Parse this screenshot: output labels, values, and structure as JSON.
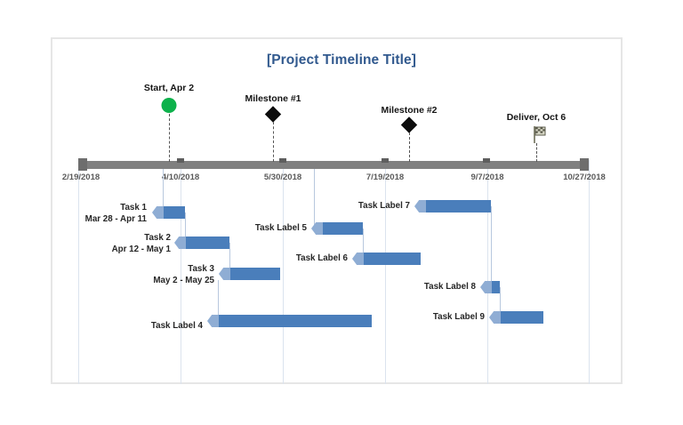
{
  "chart": {
    "title": "[Project Timeline Title]",
    "title_color": "#31598e",
    "bar_color": "#4a7ebb",
    "bar_head_color": "#8fadd4",
    "axis_color": "#808080",
    "start_marker_color": "#0db14b",
    "milestone_marker_color": "#0d0d0d"
  },
  "chart_data": {
    "type": "bar",
    "title": "[Project Timeline Title]",
    "xlabel": "",
    "ylabel": "",
    "grid": true,
    "legend": "none",
    "axis_ticks": [
      "2/19/2018",
      "4/10/2018",
      "5/30/2018",
      "7/19/2018",
      "9/7/2018",
      "10/27/2018"
    ],
    "milestones": [
      {
        "label": "Start, Apr 2",
        "marker": "circle",
        "color": "#0db14b"
      },
      {
        "label": "Milestone #1",
        "marker": "diamond",
        "color": "#0d0d0d"
      },
      {
        "label": "Milestone #2",
        "marker": "diamond",
        "color": "#0d0d0d"
      },
      {
        "label": "Deliver, Oct 6",
        "marker": "flag",
        "color": "#7a7a62"
      }
    ],
    "tasks": [
      {
        "label": "Task 1",
        "dates": "Mar 28 - Apr 11"
      },
      {
        "label": "Task 2",
        "dates": "Apr 12 - May 1"
      },
      {
        "label": "Task 3",
        "dates": "May 2 - May 25"
      },
      {
        "label": "Task Label 4",
        "dates": ""
      },
      {
        "label": "Task Label 5",
        "dates": ""
      },
      {
        "label": "Task Label 6",
        "dates": ""
      },
      {
        "label": "Task Label 7",
        "dates": ""
      },
      {
        "label": "Task Label 8",
        "dates": ""
      },
      {
        "label": "Task Label 9",
        "dates": ""
      }
    ]
  },
  "axis": {
    "ticks": [
      {
        "label": "2/19/2018"
      },
      {
        "label": "4/10/2018"
      },
      {
        "label": "5/30/2018"
      },
      {
        "label": "7/19/2018"
      },
      {
        "label": "9/7/2018"
      },
      {
        "label": "10/27/2018"
      }
    ]
  },
  "milestones": [
    {
      "label": "Start, Apr 2"
    },
    {
      "label": "Milestone #1"
    },
    {
      "label": "Milestone #2"
    },
    {
      "label": "Deliver, Oct 6"
    }
  ],
  "tasks": [
    {
      "label": "Task 1",
      "dates": "Mar 28 - Apr 11"
    },
    {
      "label": "Task 2",
      "dates": "Apr 12 - May 1"
    },
    {
      "label": "Task 3",
      "dates": "May 2 - May 25"
    },
    {
      "label": "Task Label 4",
      "dates": ""
    },
    {
      "label": "Task Label 5",
      "dates": ""
    },
    {
      "label": "Task Label 6",
      "dates": ""
    },
    {
      "label": "Task Label 7",
      "dates": ""
    },
    {
      "label": "Task Label 8",
      "dates": ""
    },
    {
      "label": "Task Label 9",
      "dates": ""
    }
  ]
}
